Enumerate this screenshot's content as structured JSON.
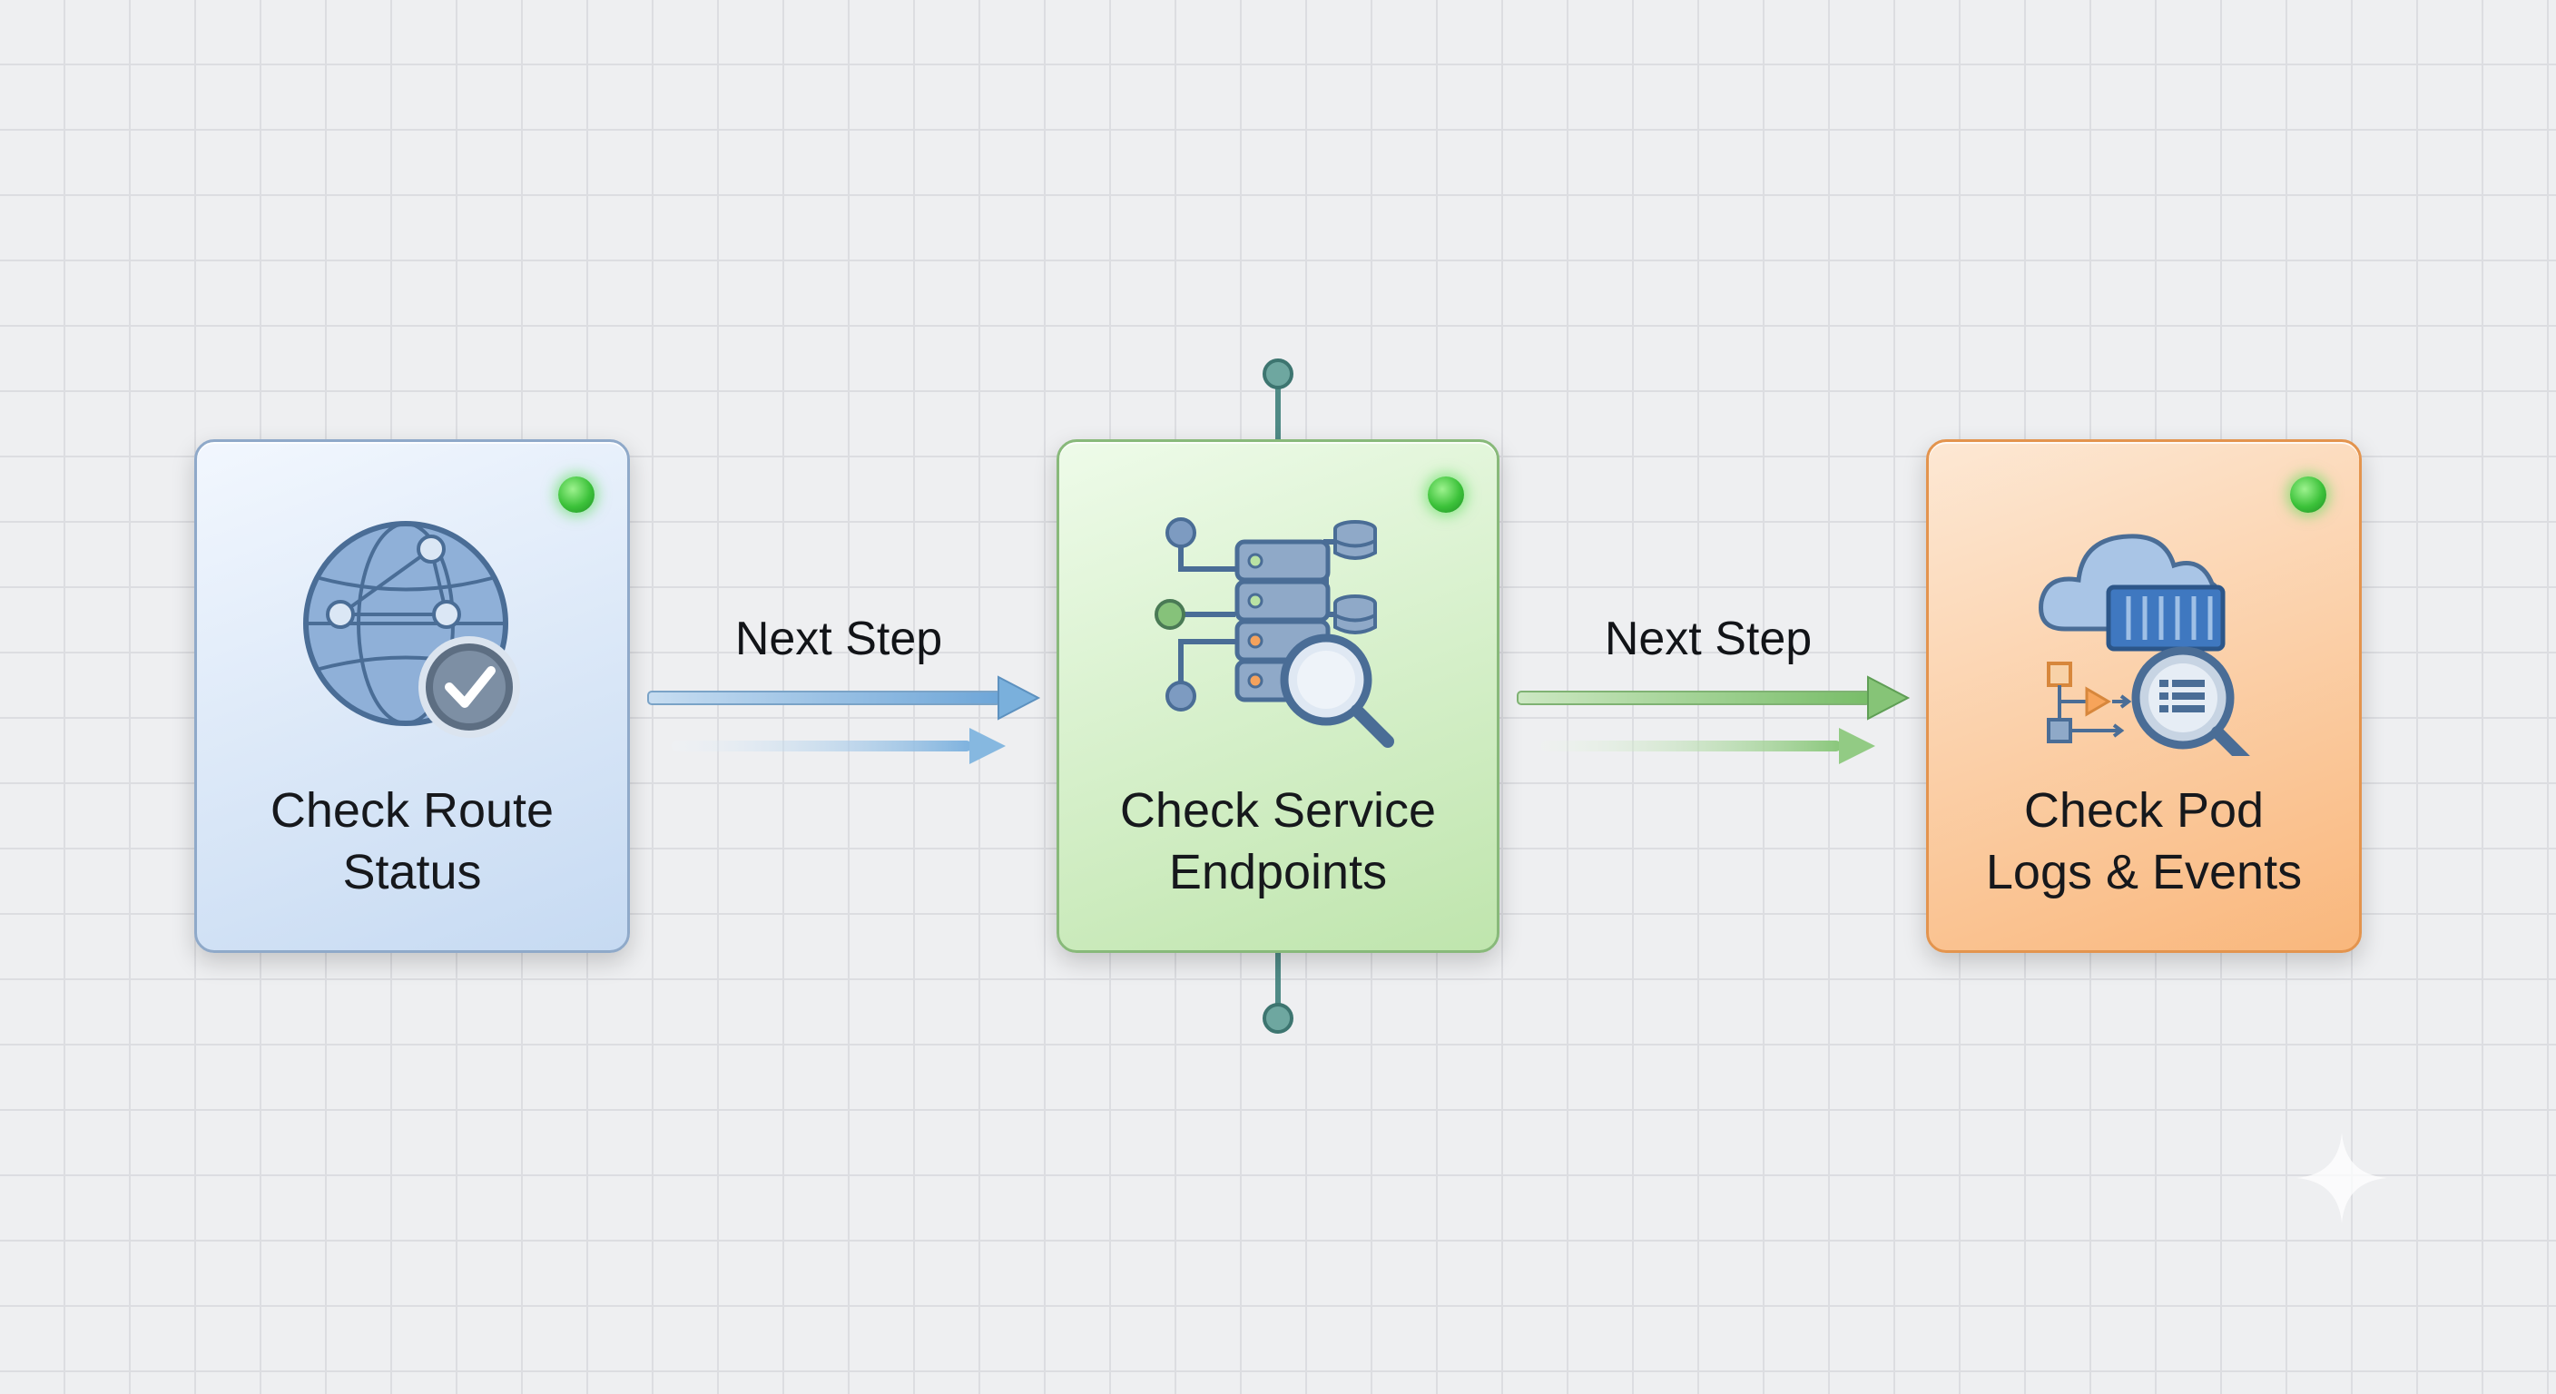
{
  "steps": [
    {
      "title": "Check Route\nStatus",
      "accent": "#c6daf2",
      "icon": "globe-check-icon",
      "status": "green"
    },
    {
      "title": "Check Service\nEndpoints",
      "accent": "#bfe5ad",
      "icon": "server-endpoints-icon",
      "status": "green"
    },
    {
      "title": "Check Pod\nLogs & Events",
      "accent": "#f9b77c",
      "icon": "cloud-container-logs-icon",
      "status": "green"
    }
  ],
  "arrows": [
    {
      "label": "Next Step",
      "color": "#7aaedb"
    },
    {
      "label": "Next Step",
      "color": "#8cc67e"
    }
  ],
  "colors": {
    "background": "#eeeff1",
    "grid": "#dcdde1",
    "status_green": "#3cc23a"
  }
}
